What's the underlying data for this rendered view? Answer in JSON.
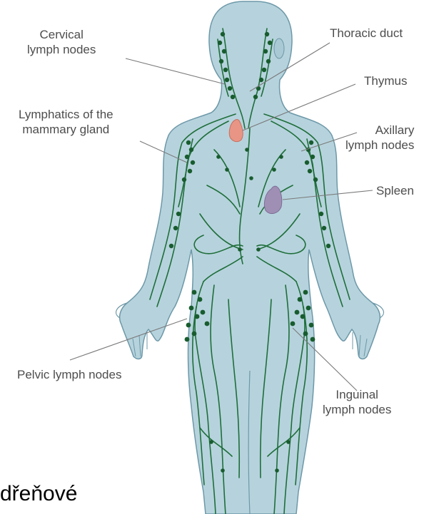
{
  "figure": {
    "colors": {
      "body_fill": "#b6d3dd",
      "body_stroke": "#6d98a8",
      "lymph_vessel": "#1f6e3a",
      "node": "#185c2e",
      "thymus": "#e89585",
      "spleen": "#9f8fb5",
      "leader_line": "#7a7a7a",
      "label_text": "#4d4d4d"
    },
    "labels": {
      "cervical": [
        "Cervical",
        "lymph nodes"
      ],
      "thoracic_duct": "Thoracic duct",
      "thymus": "Thymus",
      "mammary": [
        "Lymphatics of the",
        "mammary gland"
      ],
      "axillary": [
        "Axillary",
        "lymph nodes"
      ],
      "spleen": "Spleen",
      "pelvic": "Pelvic lymph nodes",
      "inguinal": [
        "Inguinal",
        "lymph nodes"
      ]
    },
    "caption_fragment": "dřeňové"
  }
}
